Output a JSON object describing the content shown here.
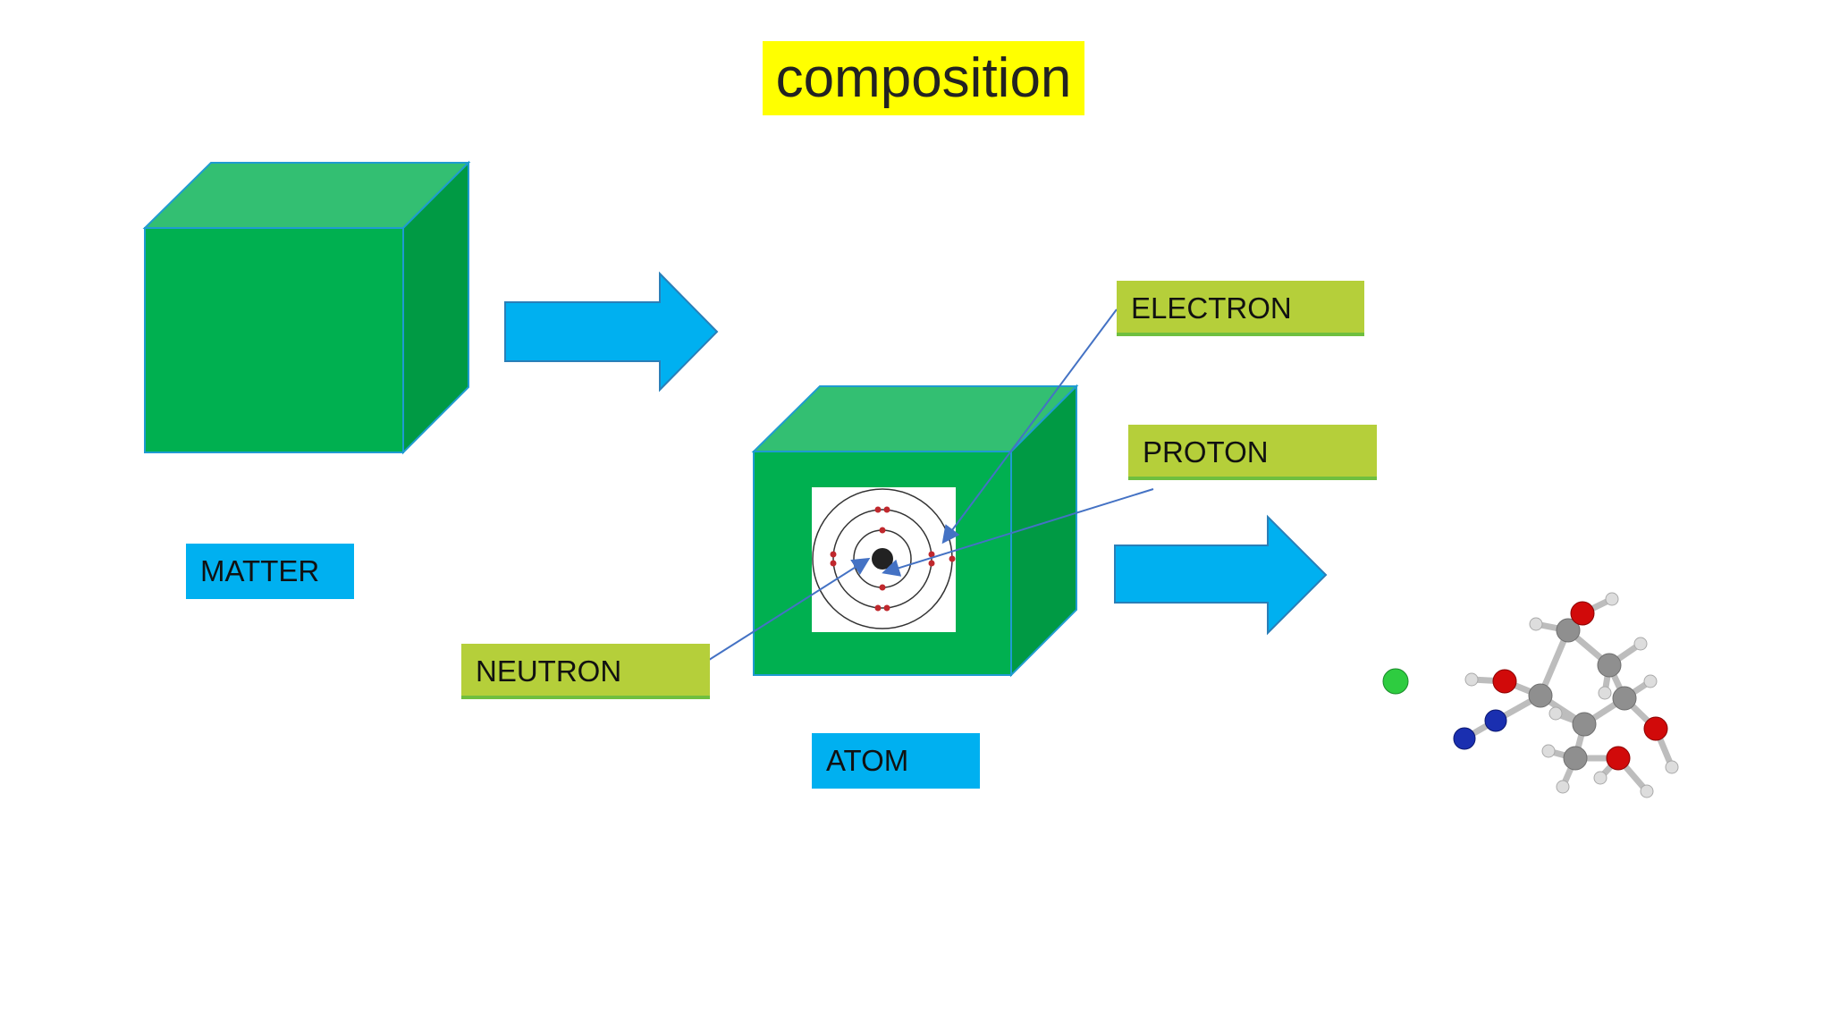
{
  "title": "composition",
  "labels": {
    "matter": "MATTER",
    "atom": "ATOM",
    "electron": "ELECTRON",
    "proton": "PROTON",
    "neutron": "NEUTRON"
  },
  "colors": {
    "title_highlight": "#ffff00",
    "cube_front": "#00b050",
    "cube_top": "#33bf72",
    "cube_side": "#009a44",
    "arrow": "#00b0f0",
    "blue_label": "#00b0f0",
    "lime_label": "#b5cf3a",
    "pointer_line": "#4472c4"
  },
  "icons": {
    "atom_model": "bohr-atom-icon",
    "molecule": "ball-and-stick-molecule-icon"
  }
}
